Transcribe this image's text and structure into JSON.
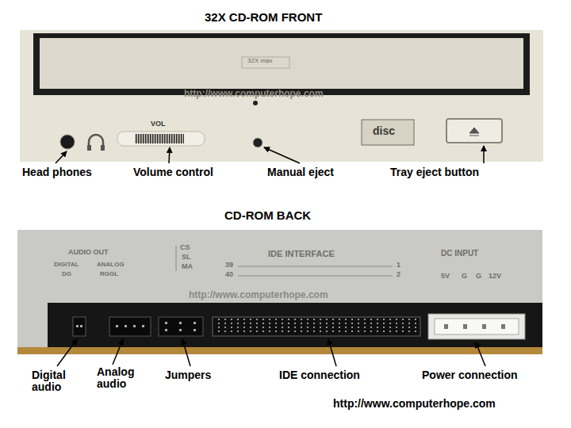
{
  "diagram": {
    "labels": [
      "32X CD-ROM FRONT",
      "32X max",
      "http://www.computerhope.com",
      "VOL",
      "disc",
      "Head phones",
      "Volume control",
      "Manual eject",
      "Tray eject button",
      "CD-ROM BACK",
      "AUDIO OUT",
      "DIGITAL",
      "ANALOG",
      "DG",
      "RGGL",
      "CS",
      "SL",
      "MA",
      "IDE INTERFACE",
      "39",
      "40",
      "1",
      "2",
      "DC INPUT",
      "5V",
      "G",
      "G",
      "12V",
      "http://www.computerhope.com",
      "Digital audio",
      "Analog audio",
      "Jumpers",
      "IDE connection",
      "Power connection",
      "http://www.computerhope.com"
    ]
  }
}
